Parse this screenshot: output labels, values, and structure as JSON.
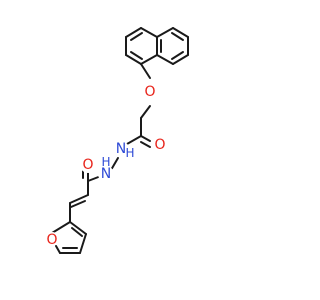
{
  "structure": {
    "atom_labels": {
      "ether_oxygen": "O",
      "upper_carbonyl_oxygen": "O",
      "hydrazide_nh_right": "N",
      "hydrazide_h_right": "H",
      "hydrazide_nh_left": "N",
      "hydrazide_h_left": "H",
      "lower_carbonyl_oxygen": "O",
      "furan_oxygen": "O"
    },
    "colors": {
      "bond": "#1a1a1a",
      "oxygen": "#e8231a",
      "nitrogen": "#2f4bd6"
    }
  }
}
